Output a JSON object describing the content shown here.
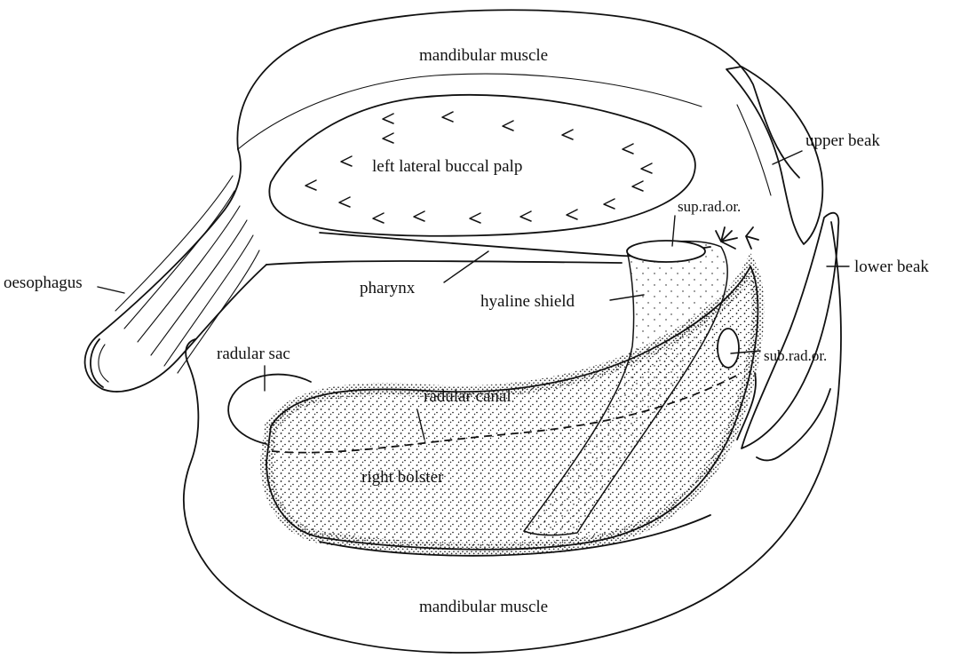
{
  "labels": {
    "mandibular_muscle_top": "mandibular muscle",
    "upper_beak": "upper beak",
    "left_lateral_buccal_palp": "left lateral buccal palp",
    "sup_rad_or": "sup.rad.or.",
    "lower_beak": "lower beak",
    "oesophagus": "oesophagus",
    "pharynx": "pharynx",
    "hyaline_shield": "hyaline shield",
    "radular_sac": "radular sac",
    "sub_rad_or": "sub.rad.or.",
    "radular_canal": "radular canal",
    "right_bolster": "right bolster",
    "mandibular_muscle_bottom": "mandibular muscle"
  }
}
